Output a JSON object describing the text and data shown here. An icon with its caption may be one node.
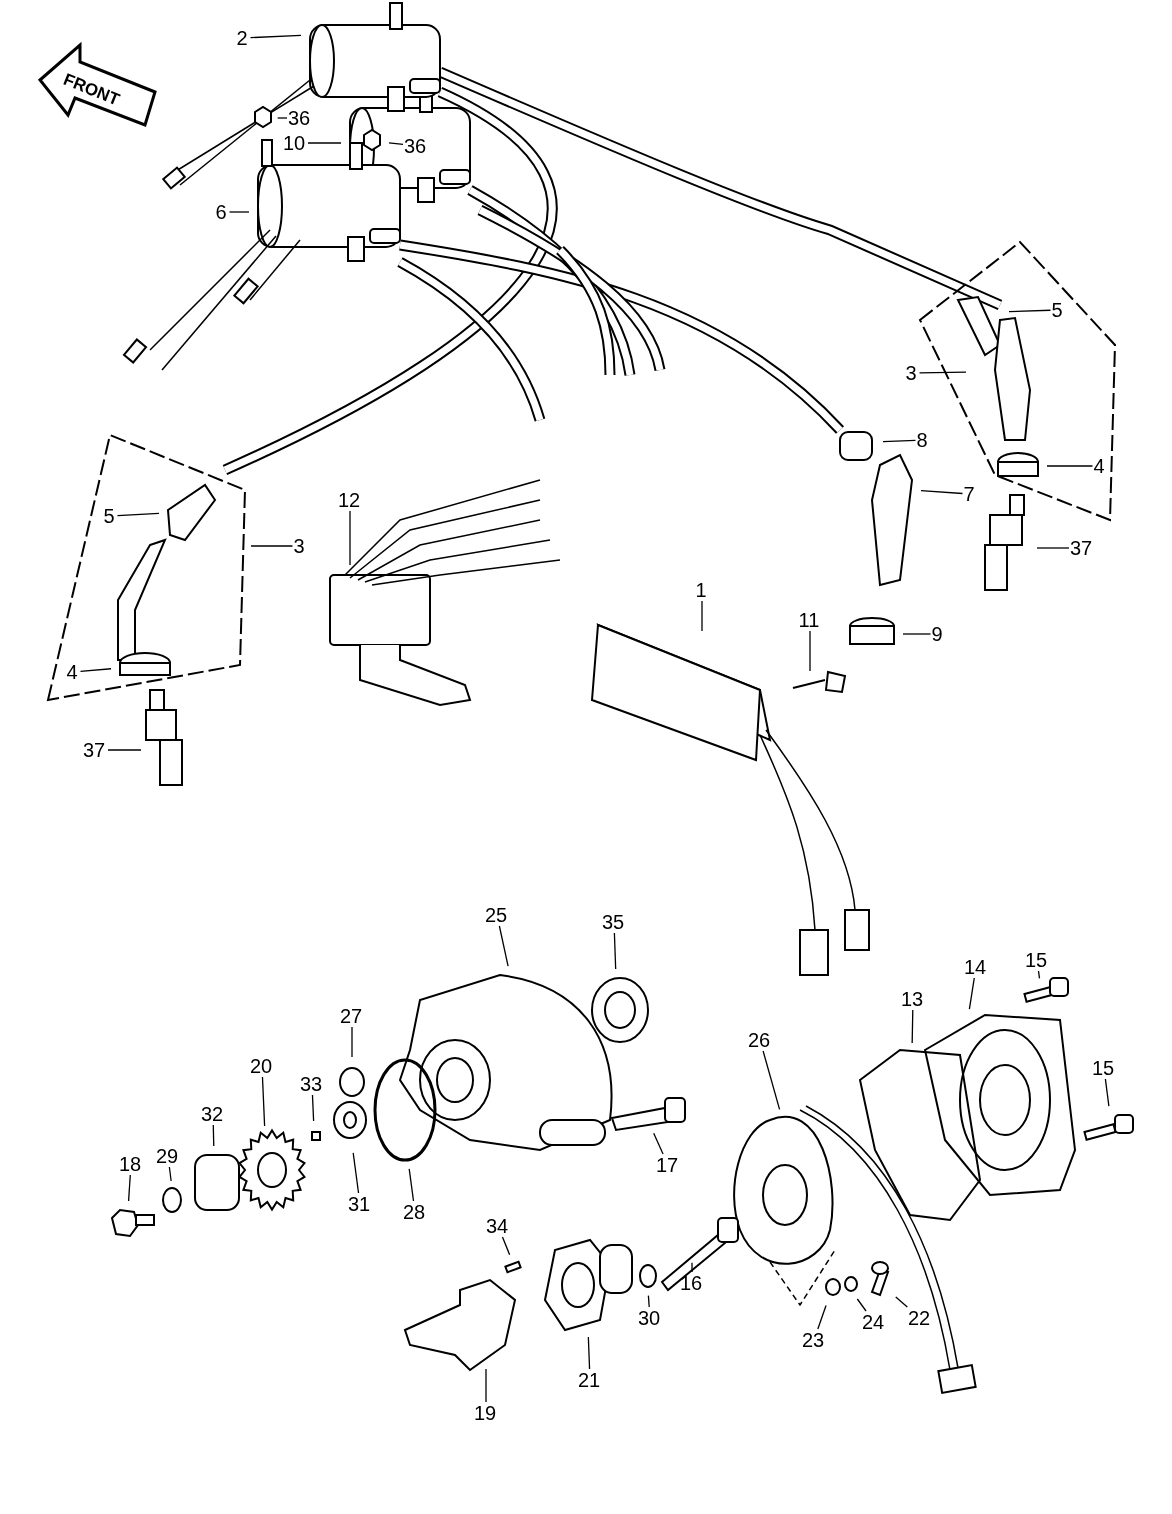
{
  "diagram": {
    "nodes": [
      {
        "text": [
          "2"
        ]
      },
      {
        "text": [
          "36"
        ]
      },
      {
        "text": [
          "10"
        ]
      },
      {
        "text": [
          "36"
        ]
      },
      {
        "text": [
          "6"
        ]
      },
      {
        "text": [
          "5"
        ]
      },
      {
        "text": [
          "3"
        ]
      },
      {
        "text": [
          "8"
        ]
      },
      {
        "text": [
          "4"
        ]
      },
      {
        "text": [
          "7"
        ]
      },
      {
        "text": [
          "12"
        ]
      },
      {
        "text": [
          "5"
        ]
      },
      {
        "text": [
          "3"
        ]
      },
      {
        "text": [
          "37"
        ]
      },
      {
        "text": [
          "1"
        ]
      },
      {
        "text": [
          "11"
        ]
      },
      {
        "text": [
          "9"
        ]
      },
      {
        "text": [
          "4"
        ]
      },
      {
        "text": [
          "37"
        ]
      },
      {
        "text": [
          "25"
        ]
      },
      {
        "text": [
          "35"
        ]
      },
      {
        "text": [
          "14"
        ]
      },
      {
        "text": [
          "15"
        ]
      },
      {
        "text": [
          "26"
        ]
      },
      {
        "text": [
          "13"
        ]
      },
      {
        "text": [
          "27"
        ]
      },
      {
        "text": [
          "20"
        ]
      },
      {
        "text": [
          "33"
        ]
      },
      {
        "text": [
          "15"
        ]
      },
      {
        "text": [
          "32"
        ]
      },
      {
        "text": [
          "29"
        ]
      },
      {
        "text": [
          "18"
        ]
      },
      {
        "text": [
          "17"
        ]
      },
      {
        "text": [
          "31"
        ]
      },
      {
        "text": [
          "28"
        ]
      },
      {
        "text": [
          "34"
        ]
      },
      {
        "text": [
          "16"
        ]
      },
      {
        "text": [
          "30"
        ]
      },
      {
        "text": [
          "23"
        ]
      },
      {
        "text": [
          "24"
        ]
      },
      {
        "text": [
          "22"
        ]
      },
      {
        "text": [
          "21"
        ]
      },
      {
        "text": [
          "19"
        ]
      }
    ],
    "edges": [
      {
        "from": 0,
        "to": null,
        "arrow": "none"
      },
      {
        "from": 1,
        "to": null,
        "arrow": "none"
      },
      {
        "from": 2,
        "to": null,
        "arrow": "none"
      },
      {
        "from": 3,
        "to": null,
        "arrow": "none"
      },
      {
        "from": 4,
        "to": null,
        "arrow": "none"
      },
      {
        "from": 5,
        "to": null,
        "arrow": "none"
      },
      {
        "from": 6,
        "to": null,
        "arrow": "none"
      },
      {
        "from": 7,
        "to": null,
        "arrow": "none"
      },
      {
        "from": 8,
        "to": null,
        "arrow": "none"
      },
      {
        "from": 9,
        "to": null,
        "arrow": "none"
      },
      {
        "from": 10,
        "to": null,
        "arrow": "none"
      },
      {
        "from": 11,
        "to": null,
        "arrow": "none"
      },
      {
        "from": 12,
        "to": null,
        "arrow": "none"
      },
      {
        "from": 13,
        "to": null,
        "arrow": "none"
      },
      {
        "from": 14,
        "to": null,
        "arrow": "none"
      },
      {
        "from": 15,
        "to": null,
        "arrow": "none"
      },
      {
        "from": 16,
        "to": null,
        "arrow": "none"
      },
      {
        "from": 17,
        "to": null,
        "arrow": "none"
      },
      {
        "from": 18,
        "to": null,
        "arrow": "none"
      },
      {
        "from": 19,
        "to": null,
        "arrow": "none"
      },
      {
        "from": 20,
        "to": null,
        "arrow": "none"
      },
      {
        "from": 21,
        "to": null,
        "arrow": "none"
      },
      {
        "from": 22,
        "to": null,
        "arrow": "none"
      },
      {
        "from": 23,
        "to": null,
        "arrow": "none"
      },
      {
        "from": 24,
        "to": null,
        "arrow": "none"
      },
      {
        "from": 25,
        "to": null,
        "arrow": "none"
      },
      {
        "from": 26,
        "to": null,
        "arrow": "none"
      },
      {
        "from": 27,
        "to": null,
        "arrow": "none"
      },
      {
        "from": 28,
        "to": null,
        "arrow": "none"
      },
      {
        "from": 29,
        "to": null,
        "arrow": "none"
      },
      {
        "from": 30,
        "to": null,
        "arrow": "none"
      },
      {
        "from": 31,
        "to": null,
        "arrow": "none"
      },
      {
        "from": 32,
        "to": null,
        "arrow": "none"
      },
      {
        "from": 33,
        "to": null,
        "arrow": "none"
      },
      {
        "from": 34,
        "to": null,
        "arrow": "none"
      },
      {
        "from": 35,
        "to": null,
        "arrow": "none"
      },
      {
        "from": 36,
        "to": null,
        "arrow": "none"
      },
      {
        "from": 37,
        "to": null,
        "arrow": "none"
      },
      {
        "from": 38,
        "to": null,
        "arrow": "none"
      },
      {
        "from": 39,
        "to": null,
        "arrow": "none"
      },
      {
        "from": 40,
        "to": null,
        "arrow": "none"
      },
      {
        "from": 41,
        "to": null,
        "arrow": "none"
      },
      {
        "from": 42,
        "to": null,
        "arrow": "none"
      }
    ],
    "labels": [
      "FRONT"
    ]
  }
}
